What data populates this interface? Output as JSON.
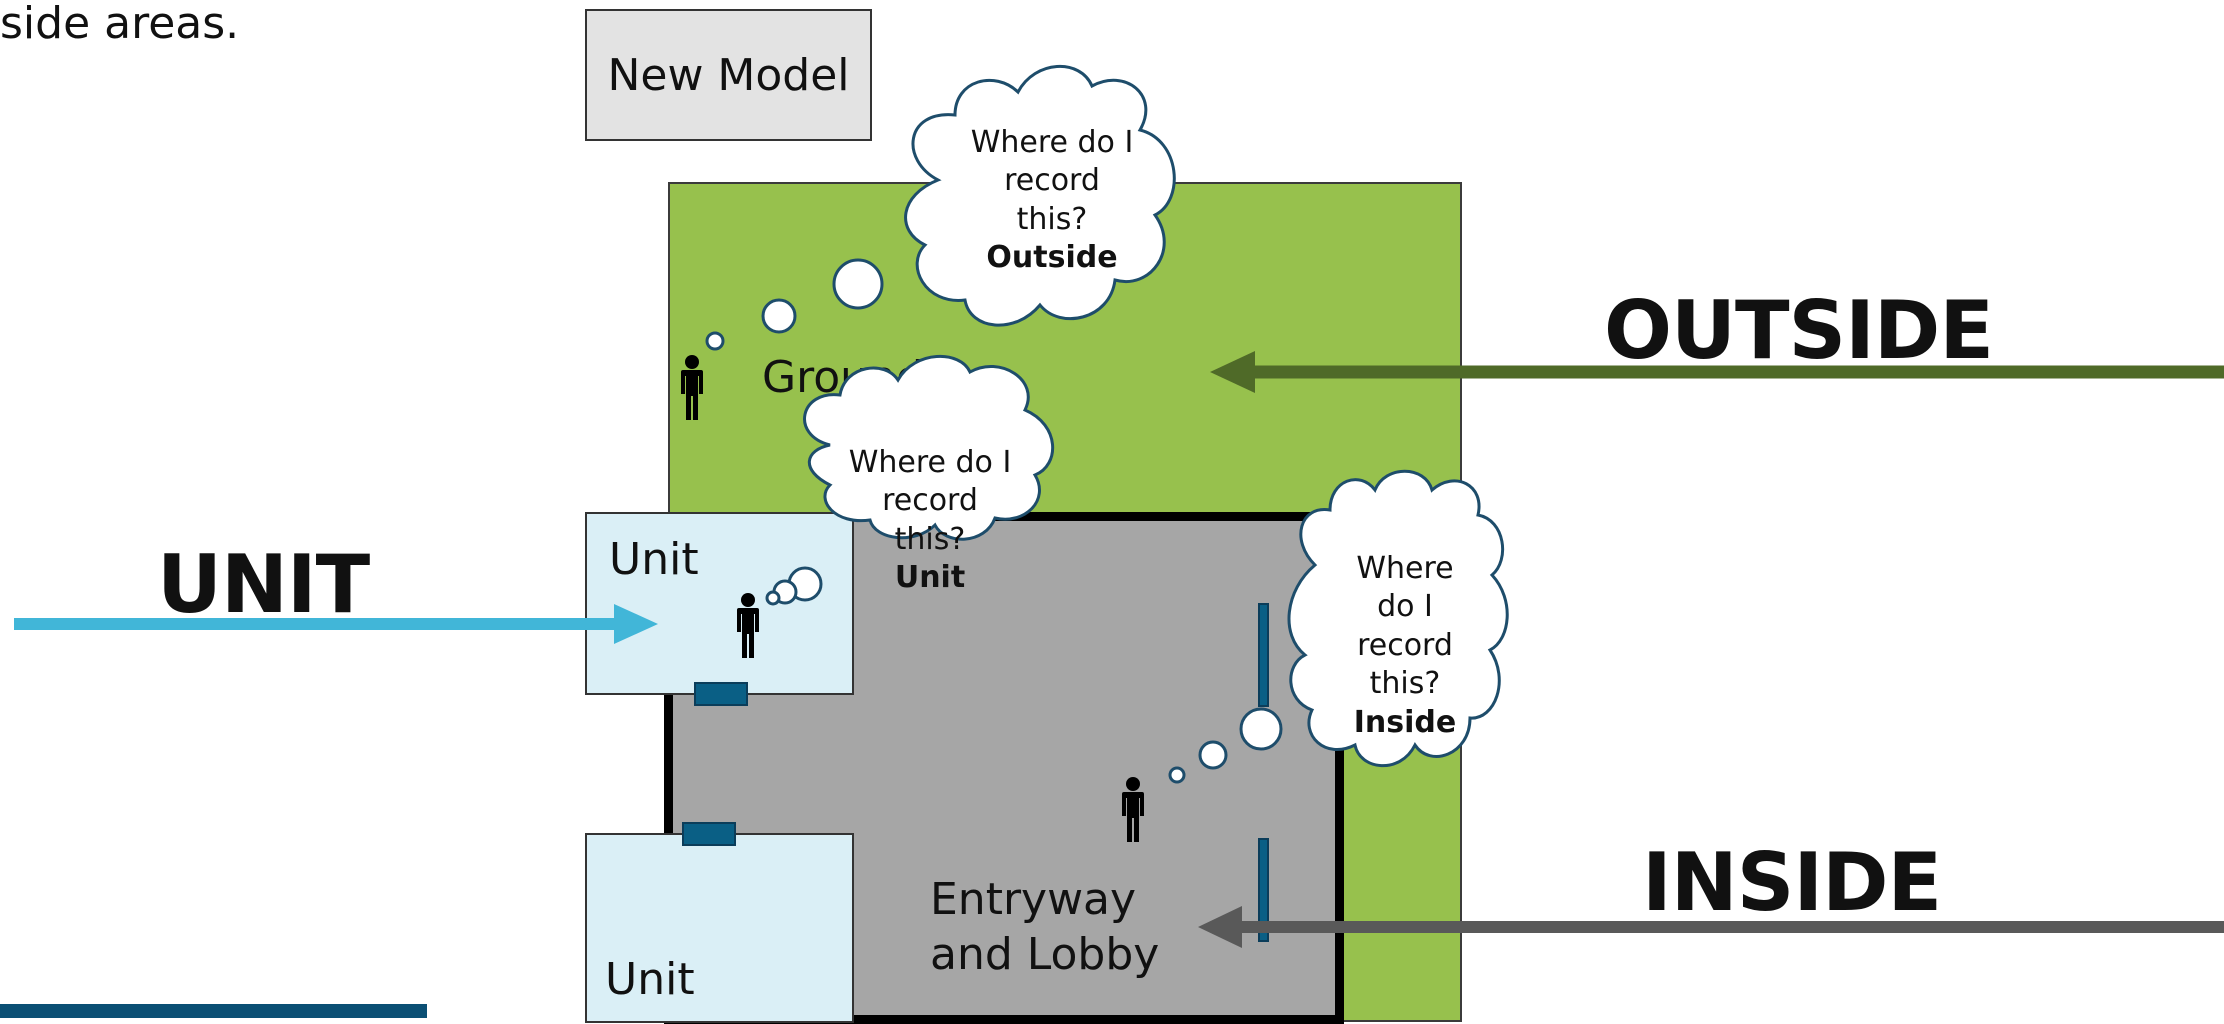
{
  "intro_text": "side areas.",
  "new_model_label": "New Model",
  "areas": {
    "grounds": "Grounds",
    "unit_top": "Unit",
    "unit_bottom": "Unit",
    "lobby_line1": "Entryway",
    "lobby_line2": "and Lobby"
  },
  "arrows": {
    "outside": "OUTSIDE",
    "unit": "UNIT",
    "inside": "INSIDE"
  },
  "bubbles": {
    "outside": {
      "lines": [
        "Where do I",
        "record",
        "this?"
      ],
      "answer": "Outside"
    },
    "unit": {
      "lines": [
        "Where do I",
        "record",
        "this?"
      ],
      "answer": "Unit"
    },
    "inside": {
      "lines": [
        "Where",
        "do I",
        "record",
        "this?"
      ],
      "answer": "Inside"
    }
  },
  "colors": {
    "grounds": "#97c14d",
    "lobby": "#a6a6a6",
    "unit": "#daeff6",
    "outside_arrow": "#4f6a28",
    "unit_arrow": "#41b6d8",
    "inside_arrow": "#595959",
    "door": "#0a5f85"
  },
  "icons": [
    "person-icon",
    "thought-cloud-icon",
    "arrow-icon"
  ]
}
